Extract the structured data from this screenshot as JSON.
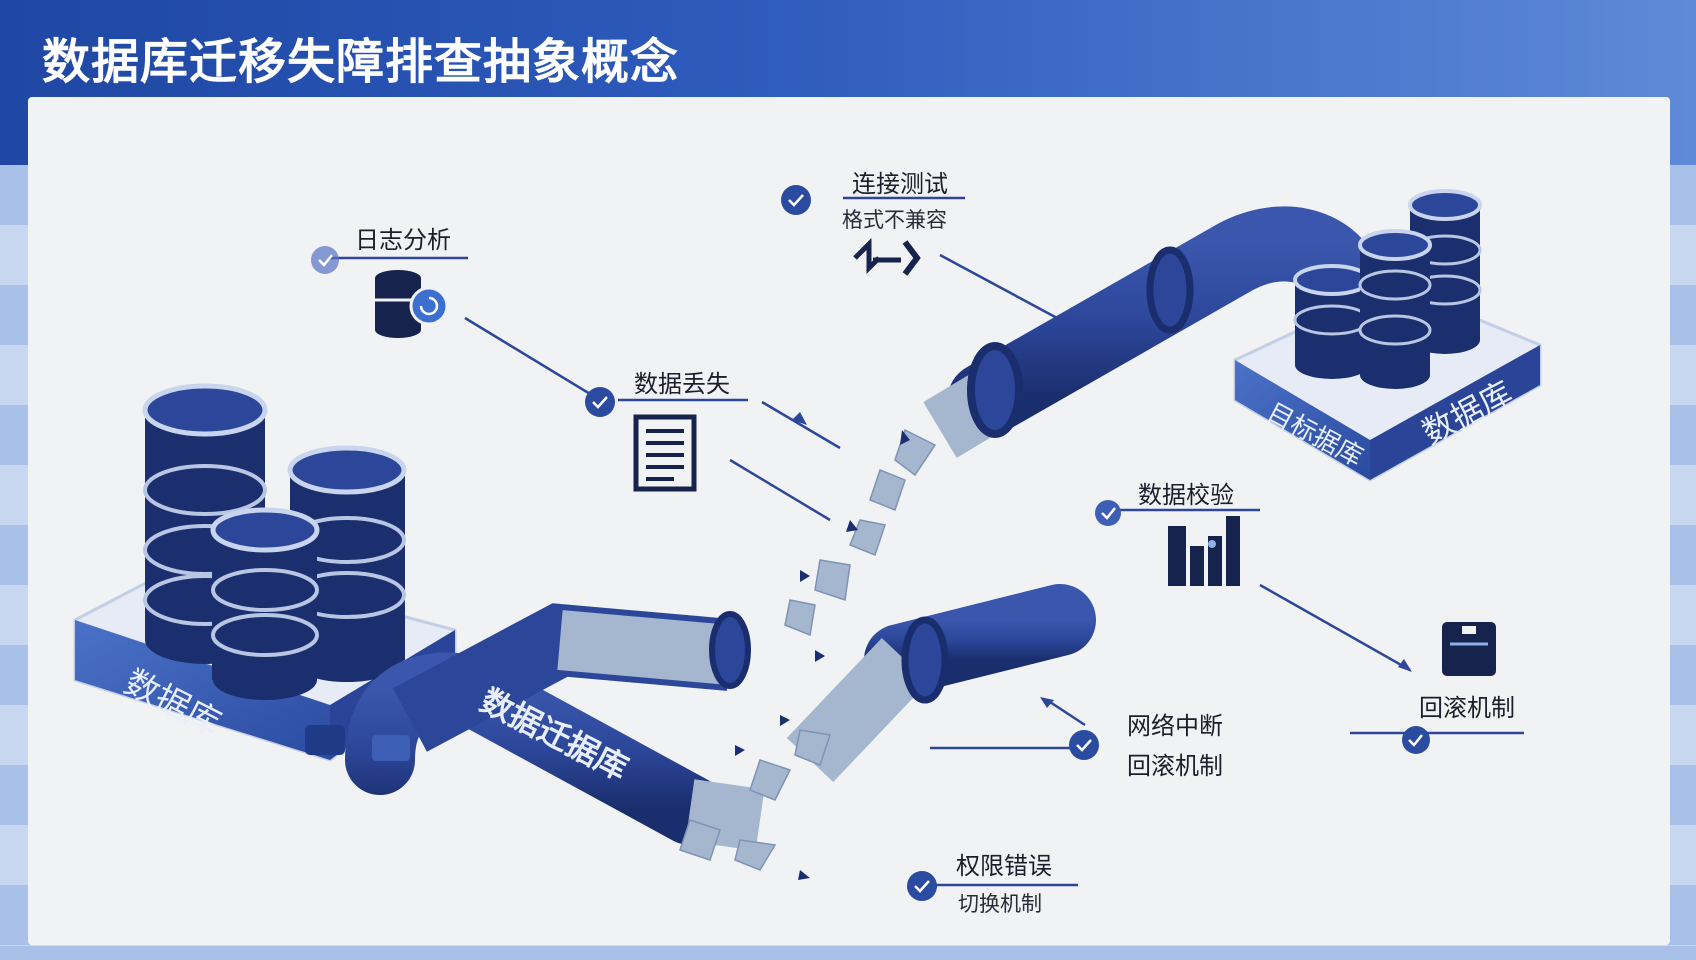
{
  "title": "数据库迁移失障排查抽象概念",
  "source_db": {
    "label": "数据库"
  },
  "target_db": {
    "label_left": "目标据库",
    "label_right": "数据库"
  },
  "pipe": {
    "label": "数据迁据库"
  },
  "checkpoints": [
    {
      "id": "log",
      "title": "日志分析",
      "icon": "database-search-icon"
    },
    {
      "id": "conn",
      "title": "连接测试",
      "subtitle": "格式不兼容",
      "icon": "arrow-code-icon"
    },
    {
      "id": "loss",
      "title": "数据丢失",
      "icon": "document-icon"
    },
    {
      "id": "verify",
      "title": "数据校验",
      "icon": "bar-chart-icon"
    },
    {
      "id": "rollback",
      "title": "回滚机制",
      "icon": "server-icon"
    },
    {
      "id": "network",
      "title": "网络中断",
      "subtitle": "回滚机制"
    },
    {
      "id": "perm",
      "title": "权限错误",
      "subtitle": "切换机制"
    }
  ],
  "colors": {
    "navy": "#1b2f6e",
    "pipe": "#2c479a",
    "pipe_dark": "#1d3275",
    "broken": "#a5b6cf",
    "accent": "#3d5fb5",
    "check": "#2a4ba0"
  }
}
